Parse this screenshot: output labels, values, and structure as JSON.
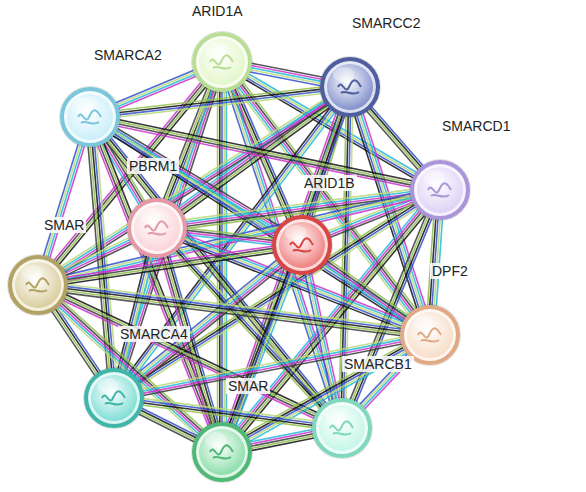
{
  "diagram": {
    "nodes": [
      {
        "text": [
          "ARID1A"
        ]
      },
      {
        "text": [
          "SMARCC2"
        ]
      },
      {
        "text": [
          "SMARCA2"
        ]
      },
      {
        "text": [
          "SMARCD1"
        ]
      },
      {
        "text": [
          "PBRM1"
        ]
      },
      {
        "text": [
          "ARID1B"
        ]
      },
      {
        "text": [
          "SMAR"
        ]
      },
      {
        "text": [
          "DPF2"
        ]
      },
      {
        "text": [
          "SMARCA4"
        ]
      },
      {
        "text": [
          "SMARCB1"
        ]
      },
      {
        "text": [
          "SMAR"
        ]
      }
    ],
    "edges": [
      {
        "from": 0,
        "to": 1,
        "arrow": "none"
      },
      {
        "from": 0,
        "to": 2,
        "arrow": "none"
      },
      {
        "from": 0,
        "to": 3,
        "arrow": "none"
      },
      {
        "from": 0,
        "to": 4,
        "arrow": "none"
      },
      {
        "from": 0,
        "to": 5,
        "arrow": "none"
      },
      {
        "from": 0,
        "to": 6,
        "arrow": "none"
      },
      {
        "from": 0,
        "to": 7,
        "arrow": "none"
      },
      {
        "from": 0,
        "to": 8,
        "arrow": "none"
      },
      {
        "from": 0,
        "to": 9,
        "arrow": "none"
      },
      {
        "from": 0,
        "to": 10,
        "arrow": "none"
      },
      {
        "from": 1,
        "to": 2,
        "arrow": "none"
      },
      {
        "from": 1,
        "to": 3,
        "arrow": "none"
      },
      {
        "from": 1,
        "to": 4,
        "arrow": "none"
      },
      {
        "from": 1,
        "to": 5,
        "arrow": "none"
      },
      {
        "from": 1,
        "to": 6,
        "arrow": "none"
      },
      {
        "from": 1,
        "to": 7,
        "arrow": "none"
      },
      {
        "from": 1,
        "to": 8,
        "arrow": "none"
      },
      {
        "from": 1,
        "to": 9,
        "arrow": "none"
      },
      {
        "from": 1,
        "to": 10,
        "arrow": "none"
      },
      {
        "from": 2,
        "to": 3,
        "arrow": "none"
      },
      {
        "from": 2,
        "to": 4,
        "arrow": "none"
      },
      {
        "from": 2,
        "to": 5,
        "arrow": "none"
      },
      {
        "from": 2,
        "to": 6,
        "arrow": "none"
      },
      {
        "from": 2,
        "to": 7,
        "arrow": "none"
      },
      {
        "from": 2,
        "to": 8,
        "arrow": "none"
      },
      {
        "from": 2,
        "to": 9,
        "arrow": "none"
      },
      {
        "from": 2,
        "to": 10,
        "arrow": "none"
      },
      {
        "from": 3,
        "to": 4,
        "arrow": "none"
      },
      {
        "from": 3,
        "to": 5,
        "arrow": "none"
      },
      {
        "from": 3,
        "to": 6,
        "arrow": "none"
      },
      {
        "from": 3,
        "to": 7,
        "arrow": "none"
      },
      {
        "from": 3,
        "to": 8,
        "arrow": "none"
      },
      {
        "from": 3,
        "to": 9,
        "arrow": "none"
      },
      {
        "from": 3,
        "to": 10,
        "arrow": "none"
      },
      {
        "from": 4,
        "to": 5,
        "arrow": "none"
      },
      {
        "from": 4,
        "to": 6,
        "arrow": "none"
      },
      {
        "from": 4,
        "to": 7,
        "arrow": "none"
      },
      {
        "from": 4,
        "to": 8,
        "arrow": "none"
      },
      {
        "from": 4,
        "to": 9,
        "arrow": "none"
      },
      {
        "from": 4,
        "to": 10,
        "arrow": "none"
      },
      {
        "from": 5,
        "to": 6,
        "arrow": "none"
      },
      {
        "from": 5,
        "to": 7,
        "arrow": "none"
      },
      {
        "from": 5,
        "to": 8,
        "arrow": "none"
      },
      {
        "from": 5,
        "to": 9,
        "arrow": "none"
      },
      {
        "from": 5,
        "to": 10,
        "arrow": "none"
      },
      {
        "from": 6,
        "to": 7,
        "arrow": "none"
      },
      {
        "from": 6,
        "to": 8,
        "arrow": "none"
      },
      {
        "from": 6,
        "to": 9,
        "arrow": "none"
      },
      {
        "from": 6,
        "to": 10,
        "arrow": "none"
      },
      {
        "from": 7,
        "to": 8,
        "arrow": "none"
      },
      {
        "from": 7,
        "to": 9,
        "arrow": "none"
      },
      {
        "from": 7,
        "to": 10,
        "arrow": "none"
      },
      {
        "from": 8,
        "to": 9,
        "arrow": "none"
      },
      {
        "from": 8,
        "to": 10,
        "arrow": "none"
      },
      {
        "from": 9,
        "to": 10,
        "arrow": "none"
      }
    ]
  }
}
